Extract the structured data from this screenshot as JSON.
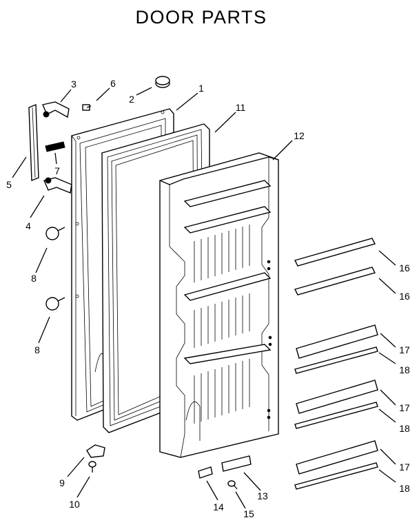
{
  "title": "DOOR PARTS",
  "callouts": {
    "c1": "1",
    "c2": "2",
    "c3": "3",
    "c4": "4",
    "c5": "5",
    "c6": "6",
    "c7": "7",
    "c8a": "8",
    "c8b": "8",
    "c9": "9",
    "c10": "10",
    "c11": "11",
    "c12": "12",
    "c13": "13",
    "c14": "14",
    "c15": "15",
    "c16a": "16",
    "c16b": "16",
    "c17a": "17",
    "c17b": "17",
    "c17c": "17",
    "c18a": "18",
    "c18b": "18",
    "c18c": "18"
  }
}
